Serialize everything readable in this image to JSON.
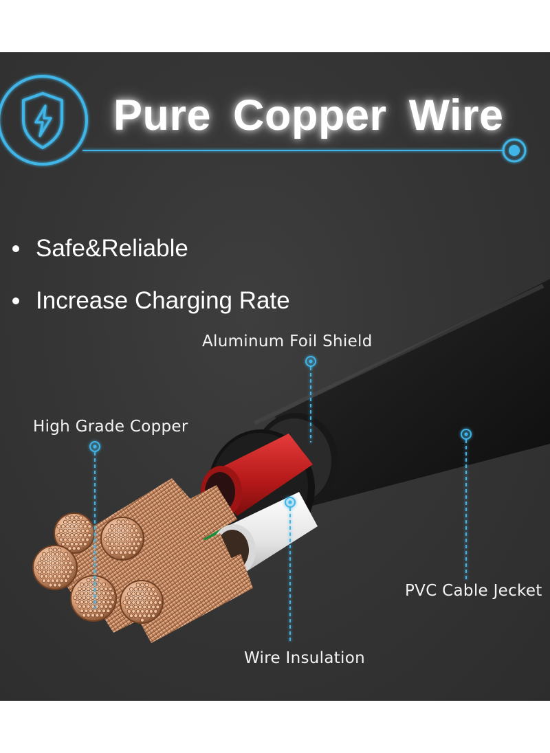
{
  "title": "Pure Copper Wire",
  "icon": "shield-lightning-icon",
  "colors": {
    "background": "#353535",
    "accent": "#3fb6e8",
    "text": "#ffffff",
    "copper": "#d39a73",
    "red_insulation": "#c41f1f",
    "white_insulation": "#e9e9e9",
    "jacket": "#1e1e1e"
  },
  "features": [
    "Safe&Reliable",
    "Increase Charging Rate"
  ],
  "callouts": {
    "foil": "Aluminum Foil Shield",
    "copper": "High Grade Copper",
    "jacket": "PVC Cable Jecket",
    "insulation": "Wire Insulation"
  }
}
